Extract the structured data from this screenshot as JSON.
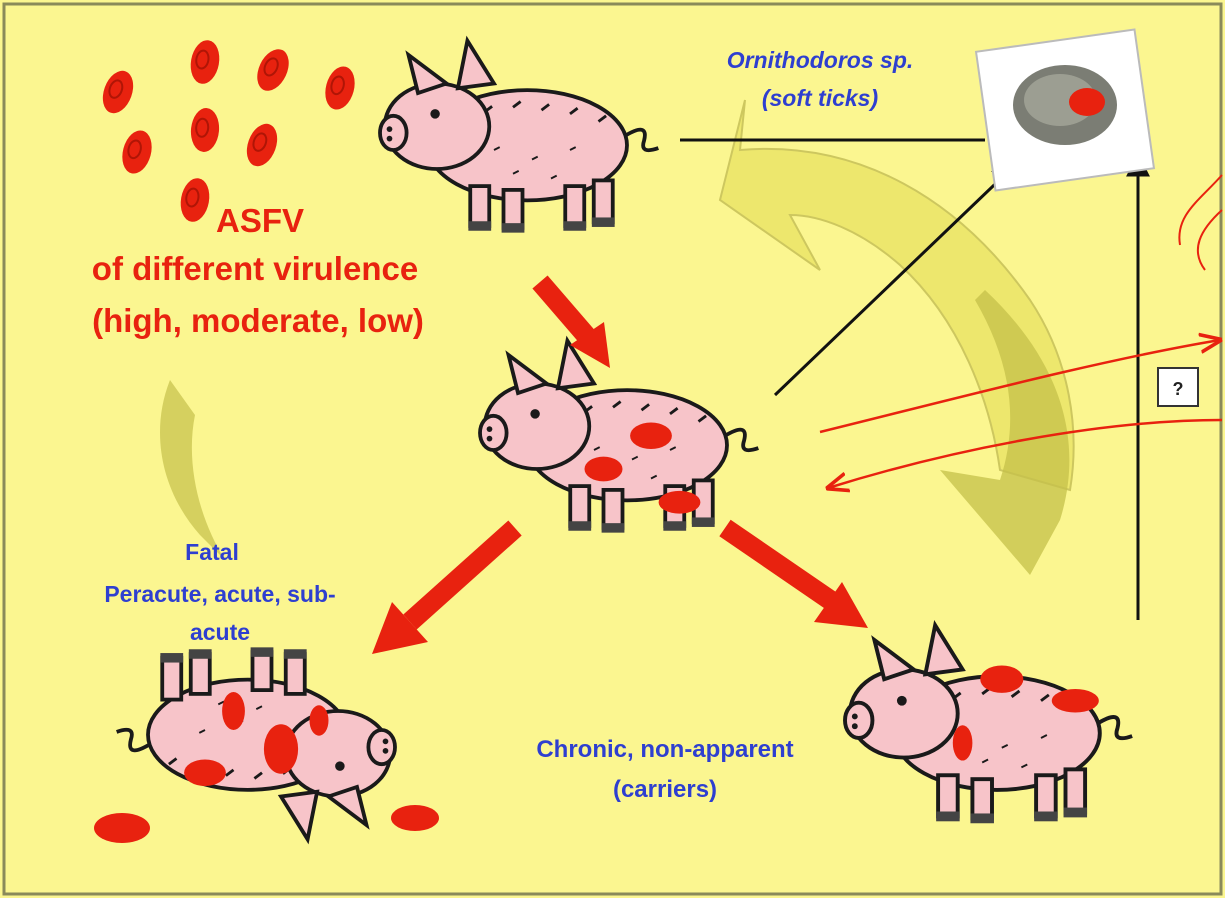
{
  "labels": {
    "asfv_line1": "ASFV",
    "asfv_line2": "of different virulence",
    "asfv_line3": "(high, moderate, low)",
    "vector_line1": "Ornithodoros sp.",
    "vector_line2": "(soft ticks)",
    "fatal_line1": "Fatal",
    "fatal_line2": "Peracute, acute, sub-",
    "fatal_line3": "acute",
    "chronic_line1": "Chronic, non-apparent",
    "chronic_line2": "(carriers)",
    "unknown_marker": "?"
  },
  "colors": {
    "background": "#fbf690",
    "virus_red": "#e8220f",
    "blue_text": "#2e3fd0",
    "pig_pink": "#f7c4c9",
    "yellow_arrow": "#ece66a",
    "olive_arrow": "#c4c04a"
  }
}
